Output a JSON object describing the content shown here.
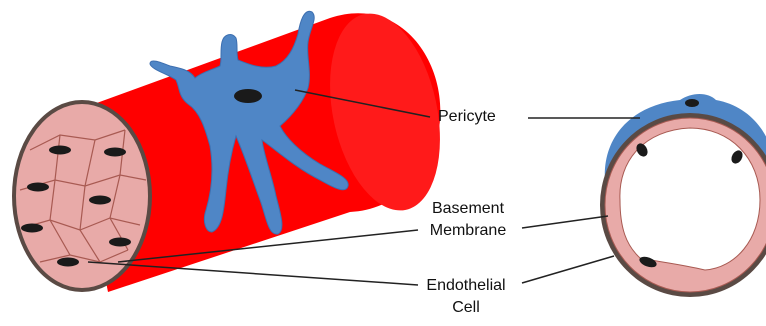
{
  "labels": {
    "pericyte": "Pericyte",
    "basement_line1": "Basement",
    "basement_line2": "Membrane",
    "endothelial_line1": "Endothelial",
    "endothelial_line2": "Cell"
  },
  "colors": {
    "vessel_wall": "#ff0000",
    "pericyte": "#4f86c6",
    "endothelial": "#e8aaa8",
    "basement_membrane": "#5a4a44",
    "nucleus": "#1a1a1a",
    "leader_line": "#222222",
    "background": "#ffffff"
  }
}
